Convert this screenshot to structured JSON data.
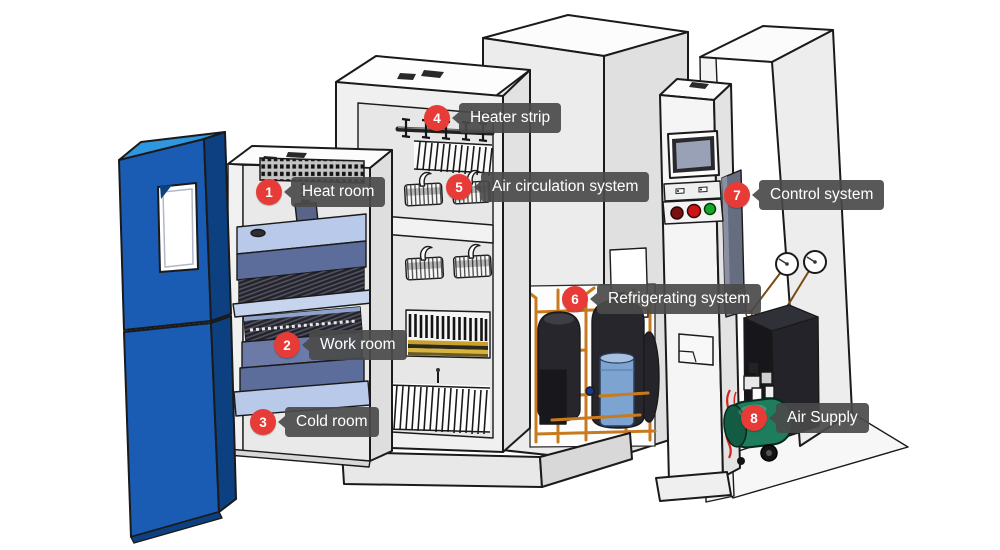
{
  "labels": [
    {
      "number": "1",
      "text": "Heat room"
    },
    {
      "number": "2",
      "text": "Work room"
    },
    {
      "number": "3",
      "text": "Cold room"
    },
    {
      "number": "4",
      "text": "Heater strip"
    },
    {
      "number": "5",
      "text": "Air circulation system"
    },
    {
      "number": "6",
      "text": "Refrigerating system"
    },
    {
      "number": "7",
      "text": "Control system"
    },
    {
      "number": "8",
      "text": "Air Supply"
    }
  ],
  "colors": {
    "callout_badge": "#e73b37",
    "callout_box": "rgba(74,74,74,0.92)",
    "callout_text": "#ffffff",
    "door_blue": "#1a5cb4",
    "door_blue_top": "#2f97e0",
    "door_blue_dark": "#0d4080",
    "tray_blue": "#b9c9ea",
    "tray_slate": "#5d6d9b",
    "copper_pipe": "#c87a1e",
    "tank_blue": "#7da3d0",
    "compressor_black": "#26262c",
    "pump_green": "#1d7d5c",
    "button_red": "#cc1616",
    "button_dark_red": "#7a1010",
    "button_green": "#17a62a",
    "screen_gray": "#99a1b6",
    "cabinet_light": "#f0f0f0",
    "outline": "#1a1a1a",
    "background": "#ffffff"
  }
}
